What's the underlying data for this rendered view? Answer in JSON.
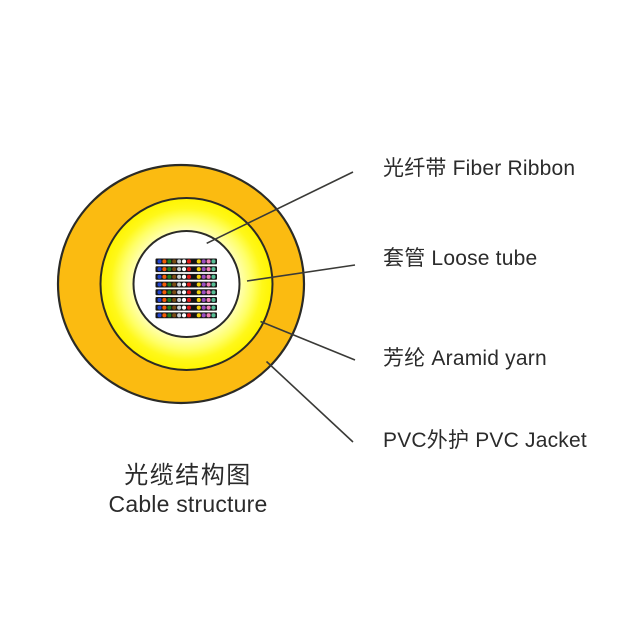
{
  "diagram": {
    "title_zh": "光缆结构图",
    "title_en": "Cable structure",
    "labels": [
      {
        "text": "光纤带 Fiber Ribbon"
      },
      {
        "text": "套管 Loose tube"
      },
      {
        "text": "芳纶 Aramid yarn"
      },
      {
        "text": "PVC外护 PVC Jacket"
      }
    ],
    "colors": {
      "pvc_jacket": "#FBBB11",
      "aramid_yarn_bright": "#FFF400",
      "loose_tube_pale": "#FFFFB0",
      "tube_interior": "#FFFFFF",
      "outline": "#2B2B26",
      "leader_line": "#3A3A37",
      "text": "#2B2B2B",
      "ribbon_bar": "#161616"
    },
    "ribbons": {
      "count": 8,
      "fibers_per_ribbon": 12,
      "fiber_colors": [
        "#2244CC",
        "#F25C05",
        "#1E7D1E",
        "#7A4A12",
        "#C9CDD1",
        "#FFFFFF",
        "#E11818",
        "#141414",
        "#F2D00A",
        "#9B4FC1",
        "#F07FB4",
        "#58BE96"
      ]
    }
  }
}
